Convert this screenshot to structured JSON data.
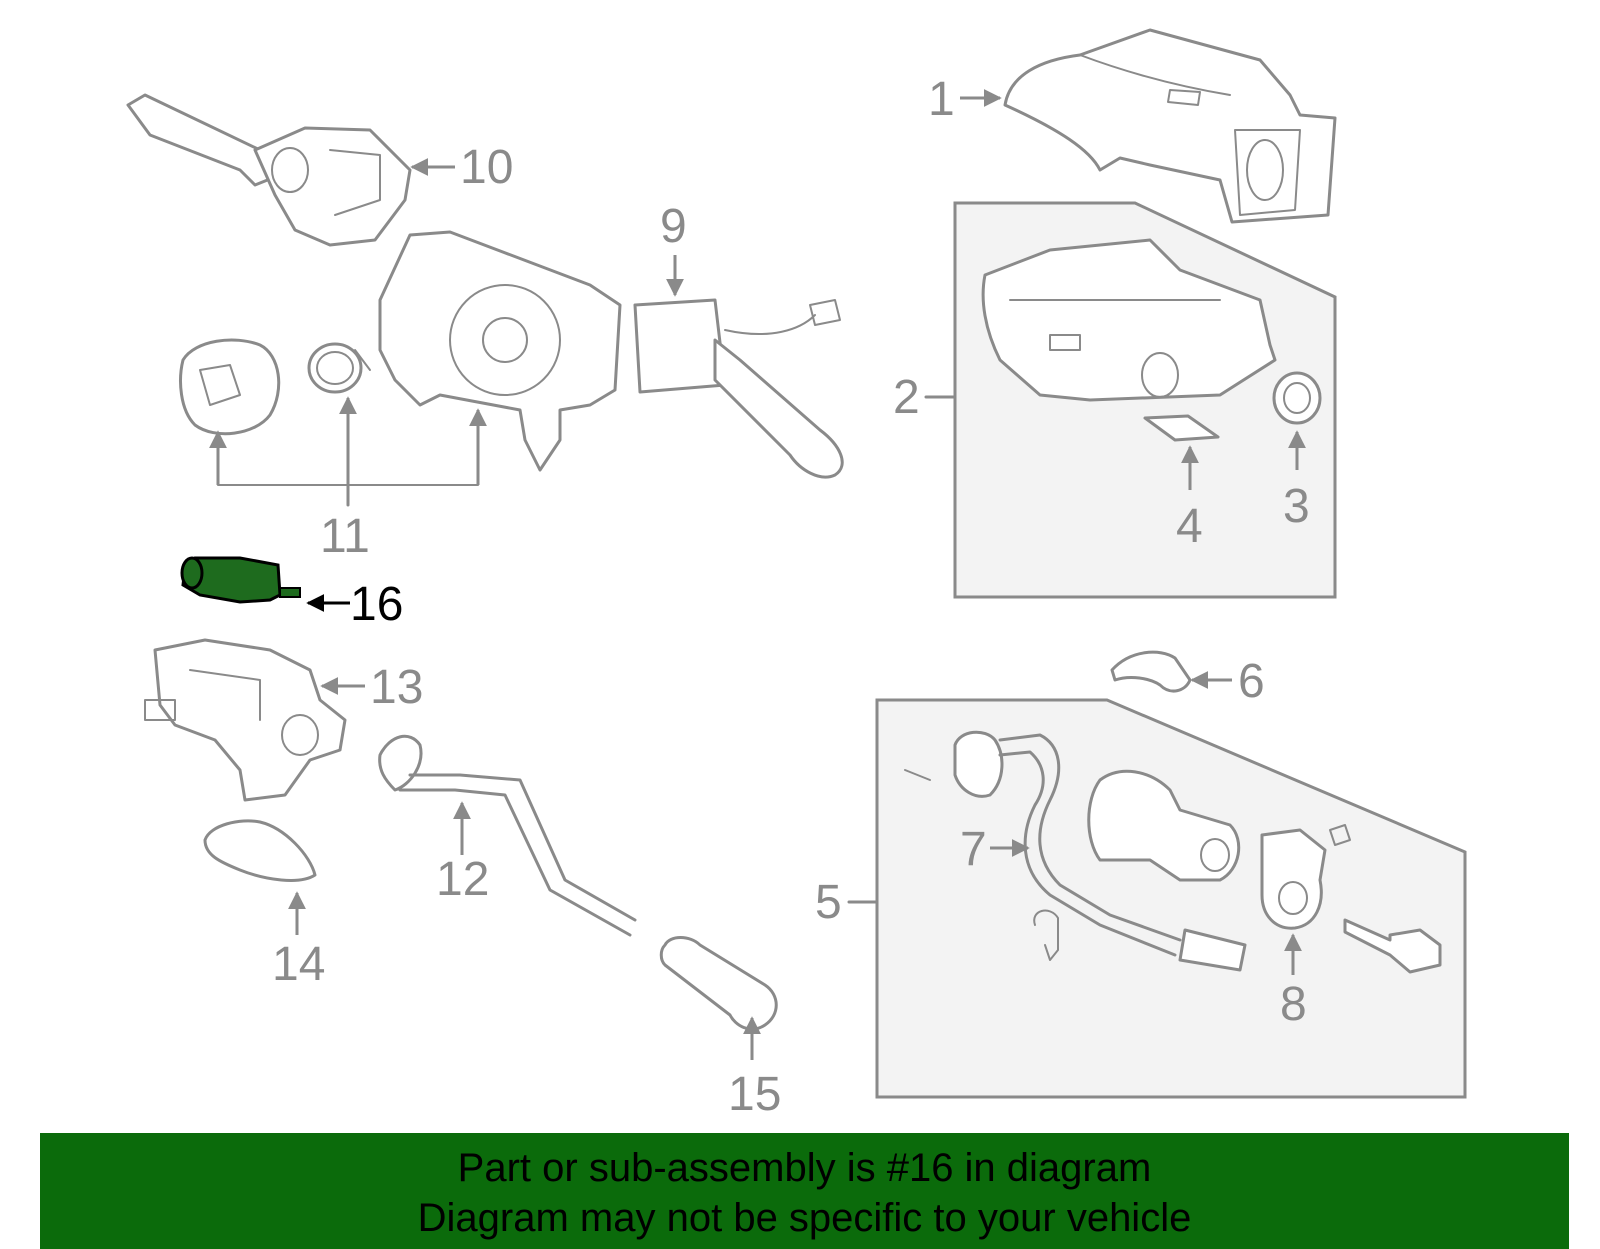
{
  "callouts": {
    "c1": "1",
    "c2": "2",
    "c3": "3",
    "c4": "4",
    "c5": "5",
    "c6": "6",
    "c7": "7",
    "c8": "8",
    "c9": "9",
    "c10": "10",
    "c11": "11",
    "c12": "12",
    "c13": "13",
    "c14": "14",
    "c15": "15",
    "c16": "16"
  },
  "highlight": {
    "part": "16",
    "color": "#1e6b1e"
  },
  "banner": {
    "line1": "Part or sub-assembly is #16 in diagram",
    "line2": "Diagram may not be specific to your vehicle",
    "color": "#0b6b0b"
  }
}
